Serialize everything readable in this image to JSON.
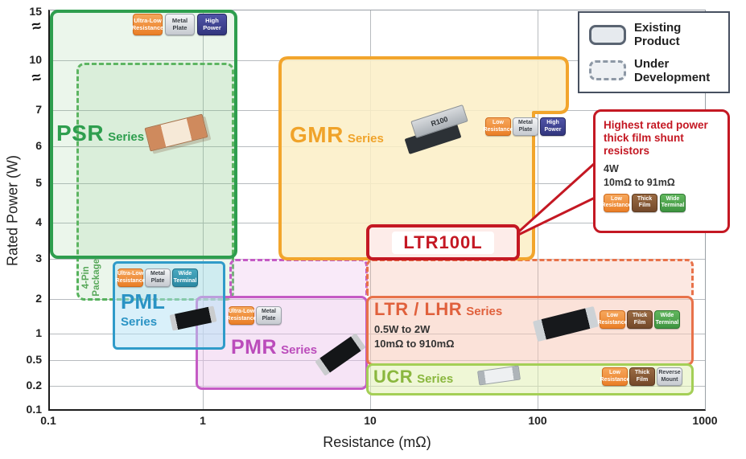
{
  "axes": {
    "y_label": "Rated Power (W)",
    "x_label": "Resistance (mΩ)",
    "y_ticks": [
      "15",
      "10",
      "7",
      "6",
      "5",
      "4",
      "3",
      "2",
      "1",
      "0.5",
      "0.2",
      "0.1"
    ],
    "x_ticks": [
      "0.1",
      "1",
      "10",
      "100",
      "1000"
    ],
    "break_symbol": "≈"
  },
  "legend": {
    "existing": "Existing\nProduct",
    "under": "Under\nDevelopment"
  },
  "regions": {
    "psr": {
      "title": "PSR",
      "suffix": "Series",
      "package_note": "4-Pin\nPackage",
      "badges": [
        "Ultra-Low\nResistance",
        "Metal\nPlate",
        "High\nPower"
      ]
    },
    "gmr": {
      "title": "GMR",
      "suffix": "Series",
      "chip_marking": "R100",
      "badges": [
        "Low\nResistance",
        "Metal\nPlate",
        "High\nPower"
      ]
    },
    "ltr100l": {
      "label": "LTR100L"
    },
    "callout": {
      "heading": "Highest rated power thick film shunt resistors",
      "spec1": "4W",
      "spec2": "10mΩ to 91mΩ",
      "badges": [
        "Low\nResistance",
        "Thick\nFilm",
        "Wide\nTerminal"
      ]
    },
    "pml": {
      "title": "PML",
      "suffix": "Series",
      "badges": [
        "Ultra-Low\nResistance",
        "Metal\nPlate",
        "Wide\nTerminal"
      ]
    },
    "pmr": {
      "title": "PMR",
      "suffix": "Series",
      "badges": [
        "Ultra-Low\nResistance",
        "Metal\nPlate"
      ]
    },
    "ltr_lhr": {
      "title": "LTR / LHR",
      "suffix": "Series",
      "spec1": "0.5W to 2W",
      "spec2": "10mΩ to 910mΩ",
      "badges": [
        "Low\nResistance",
        "Thick\nFilm",
        "Wide\nTerminal"
      ]
    },
    "ucr": {
      "title": "UCR",
      "suffix": "Series",
      "badges": [
        "Low\nResistance",
        "Thick\nFilm",
        "Reverse\nMount"
      ]
    }
  },
  "colors": {
    "psr_green": "#2e9e4e",
    "gmr_orange": "#f0a32a",
    "highlight_red": "#c41823",
    "pml_blue": "#2a93c4",
    "pmr_magenta": "#bb4cbb",
    "ltr_salmon": "#e8724a",
    "ucr_green": "#a4cf56",
    "badge_orange": "#ee8632",
    "badge_silver": "#cfd3d8",
    "badge_navy": "#3c4090",
    "badge_brown": "#85582f",
    "badge_green": "#4aa44e",
    "badge_teal": "#3399ad"
  },
  "chart_data": {
    "type": "area",
    "title": "",
    "xlabel": "Resistance (mΩ)",
    "ylabel": "Rated Power (W)",
    "x_scale": "log",
    "xlim": [
      0.1,
      1000
    ],
    "ylim": [
      0.1,
      15
    ],
    "x_ticks": [
      0.1,
      1,
      10,
      100,
      1000
    ],
    "y_ticks": [
      0.1,
      0.2,
      0.5,
      1,
      2,
      3,
      4,
      5,
      6,
      7,
      10,
      15
    ],
    "grid": true,
    "legend_position": "top-right",
    "regions": [
      {
        "name": "PSR Series",
        "status": "existing",
        "resistance_mohm": [
          0.1,
          1.7
        ],
        "power_w": [
          3,
          15
        ],
        "features": [
          "Ultra-Low Resistance",
          "Metal Plate",
          "High Power"
        ]
      },
      {
        "name": "PSR Series (4-Pin Package)",
        "status": "under-development",
        "resistance_mohm": [
          0.15,
          1.6
        ],
        "power_w": [
          2,
          10
        ],
        "features": []
      },
      {
        "name": "GMR Series",
        "status": "existing",
        "resistance_mohm": [
          3,
          100
        ],
        "power_w": [
          3,
          10
        ],
        "features": [
          "Low Resistance",
          "Metal Plate",
          "High Power"
        ]
      },
      {
        "name": "LTR100L",
        "status": "existing",
        "resistance_mohm": [
          10,
          91
        ],
        "power_w": [
          3,
          4
        ],
        "features": [
          "Low Resistance",
          "Thick Film",
          "Wide Terminal"
        ],
        "note": "Highest rated power thick film shunt resistors, 4W, 10mΩ to 91mΩ"
      },
      {
        "name": "PML Series",
        "status": "existing",
        "resistance_mohm": [
          0.26,
          1.45
        ],
        "power_w": [
          0.7,
          3
        ],
        "features": [
          "Ultra-Low Resistance",
          "Metal Plate",
          "Wide Terminal"
        ]
      },
      {
        "name": "PMR Series",
        "status": "existing",
        "resistance_mohm": [
          1,
          10
        ],
        "power_w": [
          0.2,
          2
        ],
        "features": [
          "Ultra-Low Resistance",
          "Metal Plate"
        ]
      },
      {
        "name": "PMR Series (extension)",
        "status": "under-development",
        "resistance_mohm": [
          1.5,
          10
        ],
        "power_w": [
          2,
          3
        ],
        "features": []
      },
      {
        "name": "LTR / LHR Series",
        "status": "existing",
        "resistance_mohm": [
          10,
          910
        ],
        "power_w": [
          0.5,
          2
        ],
        "features": [
          "Low Resistance",
          "Thick Film",
          "Wide Terminal"
        ]
      },
      {
        "name": "LTR / LHR Series (extension)",
        "status": "under-development",
        "resistance_mohm": [
          10,
          900
        ],
        "power_w": [
          2,
          3
        ],
        "features": []
      },
      {
        "name": "UCR Series",
        "status": "existing",
        "resistance_mohm": [
          10,
          900
        ],
        "power_w": [
          0.15,
          0.5
        ],
        "features": [
          "Low Resistance",
          "Thick Film",
          "Reverse Mount"
        ]
      }
    ]
  }
}
